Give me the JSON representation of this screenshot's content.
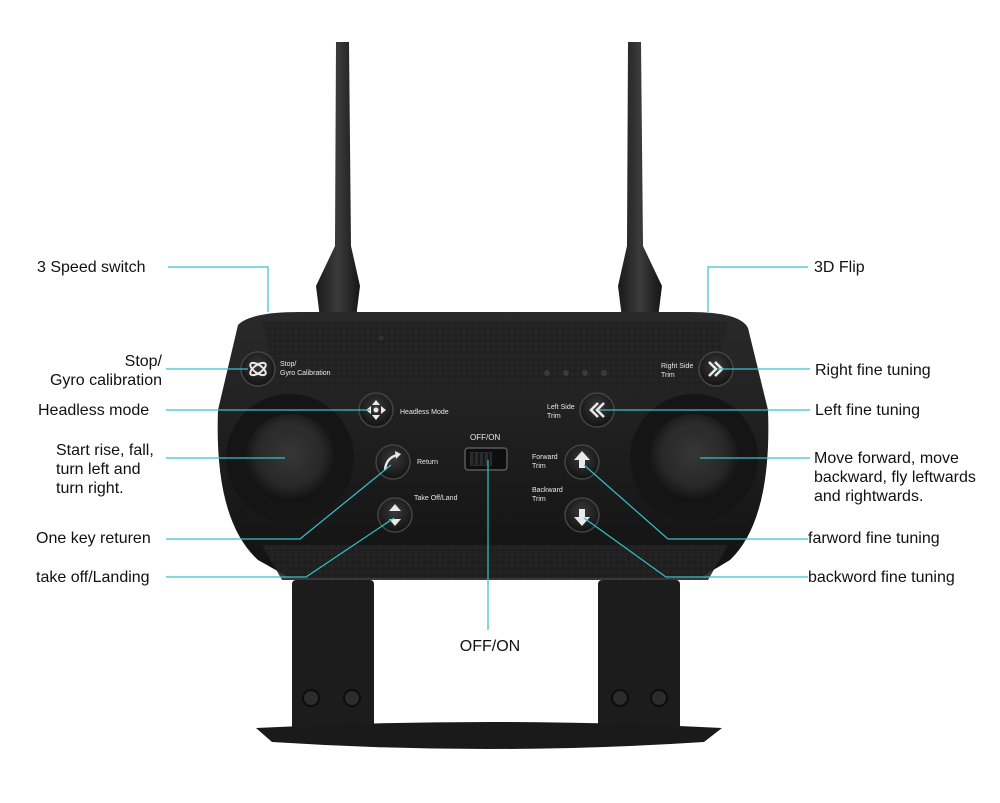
{
  "callouts_left": {
    "speed_switch": "3 Speed switch",
    "stop_gyro_line1": "Stop/",
    "stop_gyro_line2": "Gyro calibration",
    "headless": "Headless mode",
    "stick_line1": "Start rise, fall,",
    "stick_line2": "turn left and",
    "stick_line3": "turn right.",
    "return": "One key returen",
    "takeoff": "take off/Landing"
  },
  "callouts_right": {
    "flip": "3D Flip",
    "right_trim": "Right fine tuning",
    "left_trim": "Left fine tuning",
    "stick_line1": "Move forward, move",
    "stick_line2": "backward, fly leftwards",
    "stick_line3": "and  rightwards.",
    "forward_trim": "farword fine tuning",
    "backward_trim": "backword fine tuning"
  },
  "callout_bottom": {
    "power": "OFF/ON"
  },
  "printed_labels": {
    "stop_gyro_1": "Stop/",
    "stop_gyro_2": "Gyro Calibration",
    "headless": "Headless Mode",
    "return": "Return",
    "takeoff": "Take Off/Land",
    "power": "OFF/ON",
    "left_trim_1": "Left Side",
    "left_trim_2": "Trim",
    "right_trim_1": "Right Side",
    "right_trim_2": "Trim",
    "forward_1": "Forward",
    "forward_2": "Trim",
    "backward_1": "Backward",
    "backward_2": "Trim"
  },
  "colors": {
    "leader_line": "#35c2c9",
    "controller_body": "#1b1b1b",
    "button_face": "#e9e9e9"
  },
  "icons": {
    "stop_gyro": "gyro-orbit-icon",
    "headless": "four-way-arrows-icon",
    "return": "return-home-icon",
    "takeoff": "up-down-arrows-icon",
    "left_trim": "double-left-chevron-icon",
    "right_trim": "double-right-chevron-icon",
    "forward": "up-arrow-icon",
    "backward": "down-arrow-icon"
  }
}
